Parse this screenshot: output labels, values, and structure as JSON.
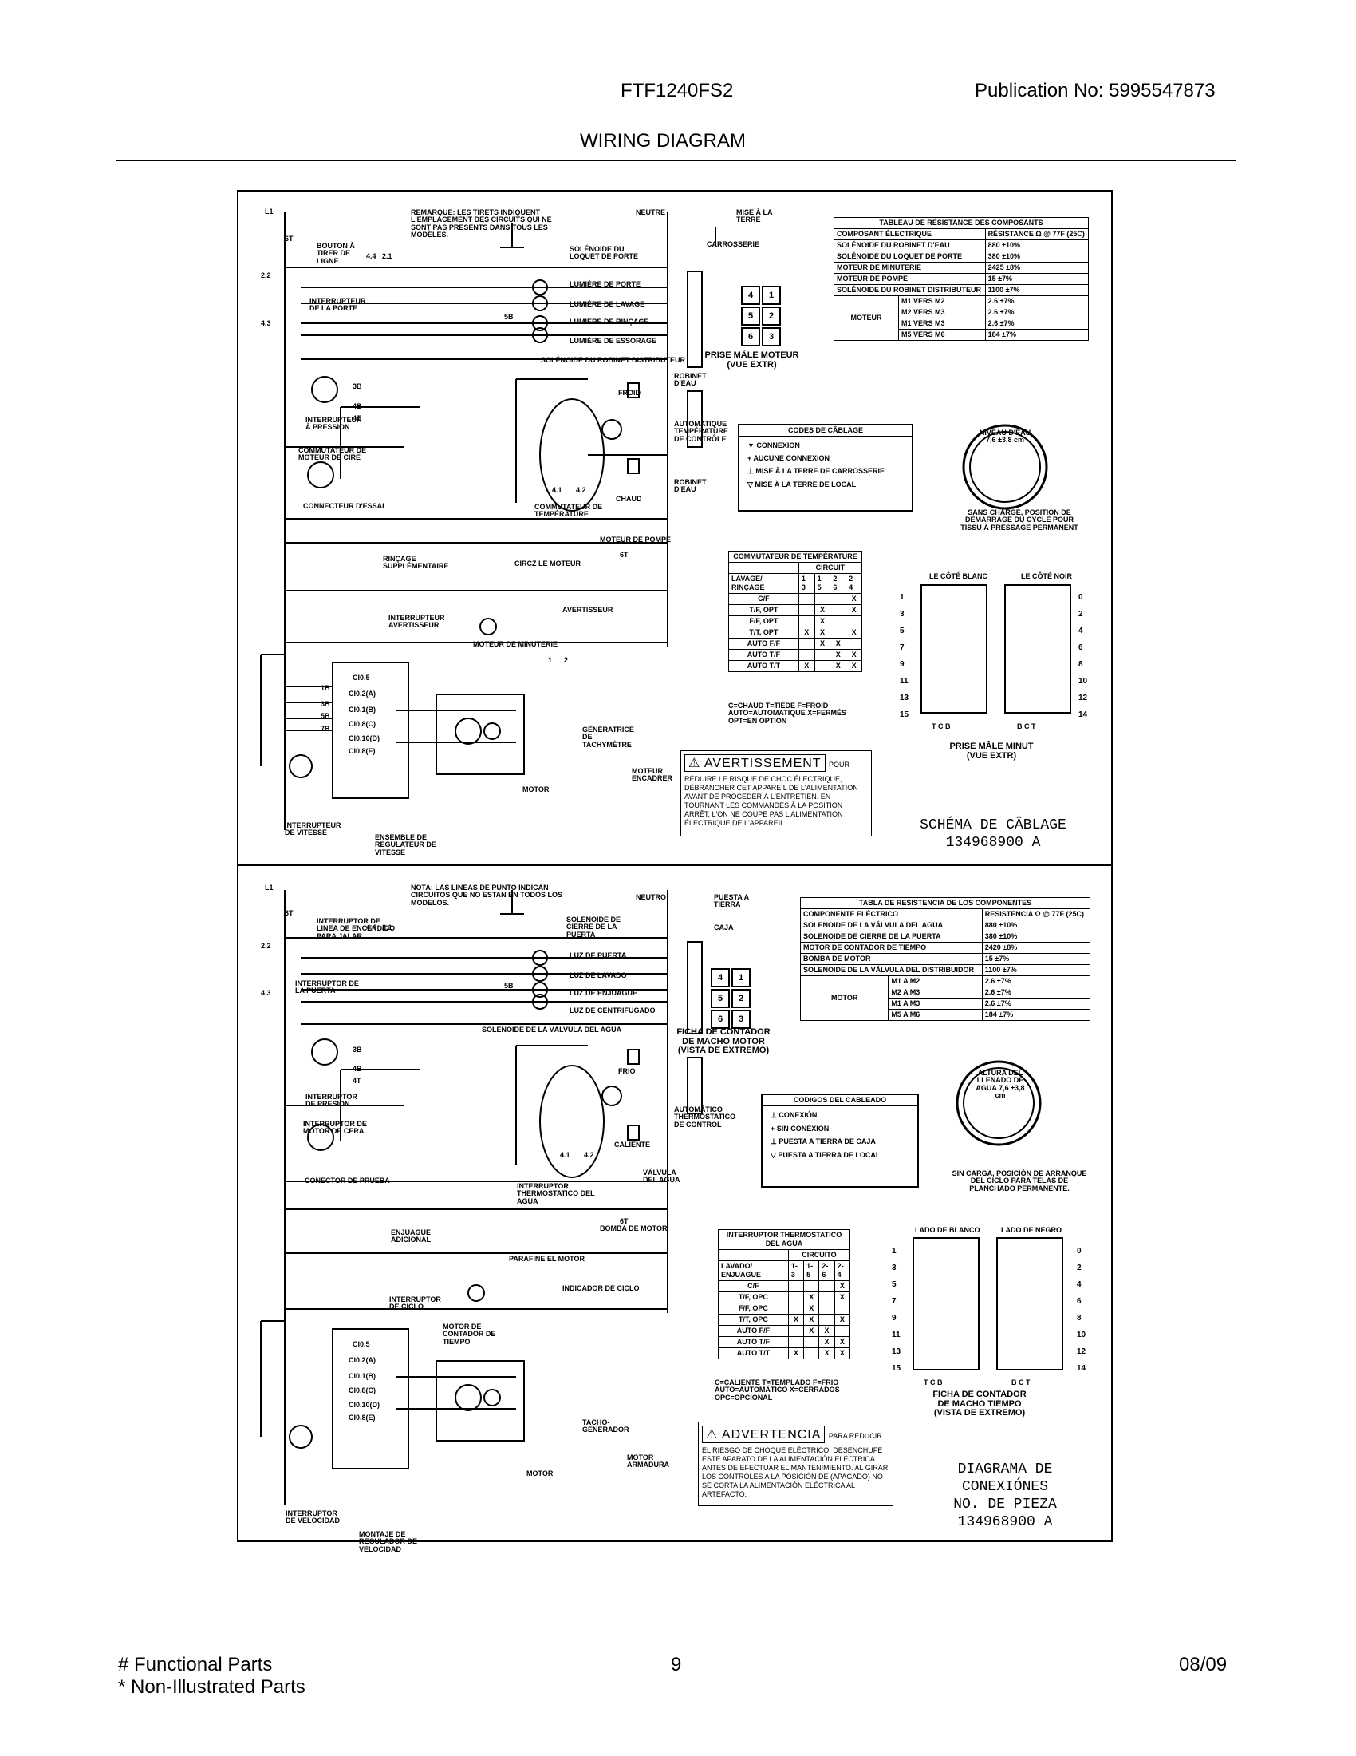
{
  "header": {
    "model": "FTF1240FS2",
    "publication_label": "Publication No:",
    "publication_number": "5995547873",
    "title": "WIRING DIAGRAM"
  },
  "footer": {
    "functional_parts": "# Functional Parts",
    "non_illustrated_parts": "* Non-Illustrated Parts",
    "page_number": "9",
    "date": "08/09"
  },
  "french": {
    "note": "REMARQUE: LES TIRETS INDIQUENT L'EMPLACEMENT DES CIRCUITS QUI NE SONT PAS PRESENTS DANS TOUS LES MODÈLES.",
    "neutral": "NEUTRE",
    "ground": "MISE À LA TERRE",
    "chassis": "CARROSSERIE",
    "labels": {
      "line_button": "BOUTON À TIRER DE LIGNE",
      "door_switch": "INTERRUPTEUR DE LA PORTE",
      "door_lock_solenoid": "SOLÉNOIDE DU LOQUET DE PORTE",
      "door_light": "LUMIÈRE DE PORTE",
      "wash_light": "LUMIÈRE DE LAVAGE",
      "rinse_light": "LUMIÈRE DE RINÇAGE",
      "spin_light": "LUMIÈRE DE ESSORAGE",
      "dispenser_solenoid": "SOLÉNOIDE DU ROBINET DISTRIBUTEUR",
      "pressure_switch": "INTERRUPTEUR À PRESSION",
      "wax_motor_switch": "COMMUTATEUR DE MOTEUR DE CIRE",
      "test_connector": "CONNECTEUR D'ESSAI",
      "extra_rinse": "RINÇAGE SUPPLÉMENTAIRE",
      "signal_switch": "INTERRUPTEUR AVERTISSEUR",
      "timer_motor": "MOTEUR DE MINUTERIE",
      "pump_motor": "MOTEUR DE POMPE",
      "wax_motor": "CIRCZ LE MOTEUR",
      "signal": "AVERTISSEUR",
      "temp_switch": "COMMUTATEUR DE TEMPÉRATURE",
      "cold": "FROID",
      "hot": "CHAUD",
      "water_valve": "ROBINET D'EAU",
      "auto_temp": "AUTOMATIQUE TEMPÉRATURE DE CONTRÔLE",
      "tach": "GÉNÉRATRICE DE TACHYMÈTRE",
      "motor": "MOTOR",
      "housing_motor": "MOTEUR ENCADRER",
      "speed_switch": "INTERRUPTEUR DE VITESSE",
      "speed_regulator": "ENSEMBLE DE REGULATEUR DE VITESSE"
    },
    "resistance_table": {
      "title": "TABLEAU DE RÉSISTANCE DES COMPOSANTS",
      "col1": "COMPOSANT ÉLECTRIQUE",
      "col2": "RÉSISTANCE Ω @ 77F (25C)",
      "rows": [
        [
          "SOLÉNOIDE DU ROBINET D'EAU",
          "880 ±10%"
        ],
        [
          "SOLÉNOIDE DU LOQUET DE PORTE",
          "380 ±10%"
        ],
        [
          "MOTEUR DE MINUTERIE",
          "2425 ±8%"
        ],
        [
          "MOTEUR DE POMPE",
          "15 ±7%"
        ],
        [
          "SOLÉNOIDE DU ROBINET DISTRIBUTEUR",
          "1100 ±7%"
        ]
      ],
      "motor_label": "MOTEUR",
      "motor_rows": [
        [
          "M1 VERS M2",
          "2.6 ±7%"
        ],
        [
          "M2 VERS M3",
          "2.6 ±7%"
        ],
        [
          "M1 VERS M3",
          "2.6 ±7%"
        ],
        [
          "M5 VERS M6",
          "184 ±7%"
        ]
      ]
    },
    "motor_plug": "PRISE MÂLE MOTEUR (VUE EXTR)",
    "wiring_codes": {
      "title": "CODES DE CÂBLAGE",
      "items": [
        "CONNEXION",
        "AUCUNE CONNEXION",
        "MISE À LA TERRE DE CARROSSERIE",
        "MISE À LA TERRE DE LOCAL"
      ]
    },
    "water_level": "NIVEAU D'EAU 7,6 ±3,8 cm",
    "no_load": "SANS CHARGE, POSITION DE DÉMARRAGE DU CYCLE POUR TISSU À PRESSAGE PERMANENT",
    "temp_table": {
      "title": "COMMUTATEUR DE TEMPÉRATURE",
      "circuit": "CIRCUIT",
      "row_head": "LAVAGE/ RINÇAGE",
      "cols": [
        "1-3",
        "1-5",
        "2-6",
        "2-4"
      ],
      "rows": [
        [
          "C/F",
          "",
          "",
          "",
          "X"
        ],
        [
          "T/F, OPT",
          "",
          "X",
          "",
          "X"
        ],
        [
          "F/F, OPT",
          "",
          "X",
          "",
          ""
        ],
        [
          "T/T, OPT",
          "X",
          "X",
          "",
          "X"
        ],
        [
          "AUTO F/F",
          "",
          "X",
          "X",
          ""
        ],
        [
          "AUTO T/F",
          "",
          "",
          "X",
          "X"
        ],
        [
          "AUTO T/T",
          "X",
          "",
          "X",
          "X"
        ]
      ],
      "legend": "C=CHAUD T=TIÈDE F=FROID AUTO=AUTOMATIQUE X=FERMÉS OPT=EN OPTION"
    },
    "white_side": "LE CÔTÉ BLANC",
    "black_side": "LE CÔTÉ NOIR",
    "timer_plug": "PRISE MÂLE MINUT (VUE EXTR)",
    "warning_title": "AVERTISSEMENT",
    "warning_pour": "POUR",
    "warning_text": "RÉDUIRE LE RISQUE DE CHOC ÉLECTRIQUE, DÉBRANCHER CET APPAREIL DE L'ALIMENTATION AVANT DE PROCÉDER À L'ENTRETIEN. EN TOURNANT LES COMMANDES À LA POSITION ARRÊT, L'ON NE COUPE PAS L'ALIMENTATION ÉLECTRIQUE DE L'APPAREIL.",
    "schema_title": "SCHÉMA DE CÂBLAGE",
    "schema_number": "134968900 A"
  },
  "spanish": {
    "note": "NOTA: LAS LINEAS DE PUNTO INDICAN CIRCUITOS QUE NO ESTAN EN TODOS LOS MODELOS.",
    "neutral": "NEUTRO",
    "ground": "PUESTA A TIERRA",
    "chassis": "CAJA",
    "labels": {
      "line_button": "INTERRUPTOR DE LINEA DE ENCENDIDO PARA JALAR",
      "door_switch": "INTERRUPTOR DE LA PUERTA",
      "door_lock_solenoid": "SOLENOIDE DE CIERRE DE LA PUERTA",
      "door_light": "LUZ DE PUERTA",
      "wash_light": "LUZ DE LAVADO",
      "rinse_light": "LUZ DE ENJUAGUE",
      "spin_light": "LUZ DE CENTRIFUGADO",
      "dispenser_solenoid": "SOLENOIDE DE LA VÁLVULA DEL AGUA",
      "pressure_switch": "INTERRUPTOR DE PRESION",
      "wax_motor_switch": "INTERRUPTOR DE MOTOR DE CERA",
      "test_connector": "CONECTOR DE PRUEBA",
      "extra_rinse": "ENJUAGUE ADICIONAL",
      "cycle_switch": "INTERRUPTOR DE CICLO",
      "timer_motor": "MOTOR DE CONTADOR DE TIEMPO",
      "pump_motor": "BOMBA DE MOTOR",
      "wax_motor": "PARAFINE EL MOTOR",
      "cycle_indicator": "INDICADOR DE CICLO",
      "temp_switch": "INTERRUPTOR THERMOSTATICO DEL AGUA",
      "cold": "FRIO",
      "hot": "CALIENTE",
      "water_valve": "VÁLVULA DEL AGUA",
      "auto_temp": "AUTOMÁTICO THERMOSTATICO DE CONTROL",
      "tach": "TACHO-GENERADOR",
      "motor": "MOTOR",
      "housing_motor": "MOTOR ARMADURA",
      "speed_switch": "INTERRUPTOR DE VELOCIDAD",
      "speed_regulator": "MONTAJE DE REGULADOR DE VELOCIDAD"
    },
    "resistance_table": {
      "title": "TABLA DE RESISTENCIA DE LOS COMPONENTES",
      "col1": "COMPONENTE ELÉCTRICO",
      "col2": "RESISTENCIA Ω @ 77F (25C)",
      "rows": [
        [
          "SOLENOIDE DE LA VÁLVULA DEL AGUA",
          "880 ±10%"
        ],
        [
          "SOLENOIDE DE CIERRE DE LA PUERTA",
          "380 ±10%"
        ],
        [
          "MOTOR DE CONTADOR DE TIEMPO",
          "2420 ±8%"
        ],
        [
          "BOMBA DE MOTOR",
          "15 ±7%"
        ],
        [
          "SOLENOIDE DE LA VÁLVULA DEL DISTRIBUIDOR",
          "1100 ±7%"
        ]
      ],
      "motor_label": "MOTOR",
      "motor_rows": [
        [
          "M1 A M2",
          "2.6 ±7%"
        ],
        [
          "M2 A M3",
          "2.6 ±7%"
        ],
        [
          "M1 A M3",
          "2.6 ±7%"
        ],
        [
          "M5 A M6",
          "184 ±7%"
        ]
      ]
    },
    "motor_plug": "FICHA DE CONTADOR DE MACHO MOTOR (VISTA DE EXTREMO)",
    "wiring_codes": {
      "title": "CODIGOS DEL CABLEADO",
      "items": [
        "CONEXIÓN",
        "SIN CONEXIÓN",
        "PUESTA A TIERRA DE CAJA",
        "PUESTA A TIERRA DE LOCAL"
      ]
    },
    "water_level": "ALTURA DEL LLENADO DE AGUA 7,6 ±3,8 cm",
    "no_load": "SIN CARGA, POSICIÓN DE ARRANQUE DEL CICLO PARA TELAS DE PLANCHADO PERMANENTE.",
    "temp_table": {
      "title": "INTERRUPTOR THERMOSTATICO DEL AGUA",
      "circuit": "CIRCUITO",
      "row_head": "LAVADO/ ENJUAGUE",
      "cols": [
        "1-3",
        "1-5",
        "2-6",
        "2-4"
      ],
      "rows": [
        [
          "C/F",
          "",
          "",
          "",
          "X"
        ],
        [
          "T/F, OPC",
          "",
          "X",
          "",
          "X"
        ],
        [
          "F/F, OPC",
          "",
          "X",
          "",
          ""
        ],
        [
          "T/T, OPC",
          "X",
          "X",
          "",
          "X"
        ],
        [
          "AUTO F/F",
          "",
          "X",
          "X",
          ""
        ],
        [
          "AUTO T/F",
          "",
          "",
          "X",
          "X"
        ],
        [
          "AUTO T/T",
          "X",
          "",
          "X",
          "X"
        ]
      ],
      "legend": "C=CALIENTE T=TEMPLADO F=FRIO AUTO=AUTOMÁTICO X=CERRADOS OPC=OPCIONAL"
    },
    "white_side": "LADO DE BLANCO",
    "black_side": "LADO DE NEGRO",
    "timer_plug": "FICHA DE CONTADOR DE MACHO TIEMPO (VISTA DE EXTREMO)",
    "warning_title": "ADVERTENCIA",
    "warning_pour": "PARA REDUCIR",
    "warning_text": "EL RIESGO DE CHOQUE ELÉCTRICO, DESENCHUFE ESTE APARATO DE LA ALIMENTACIÓN ELÉCTRICA ANTES DE EFECTUAR EL MANTENIMIENTO. AL GIRAR LOS CONTROLES A LA POSICIÓN DE (APAGADO) NO SE CORTA LA ALIMENTACIÓN ELÉCTRICA AL ARTEFACTO.",
    "schema_title": "DIAGRAMA DE CONEXIÓNES",
    "schema_sub": "NO. DE PIEZA",
    "schema_number": "134968900 A"
  },
  "common": {
    "pins": [
      "4",
      "5",
      "6",
      "1",
      "2",
      "3"
    ],
    "timer_rows_left": [
      "1",
      "3",
      "5",
      "7",
      "9",
      "11",
      "13",
      "15"
    ],
    "timer_rows_right": [
      "0",
      "2",
      "4",
      "6",
      "8",
      "10",
      "12",
      "14"
    ],
    "tcb": "T  C  B",
    "bct": "B  C  T"
  }
}
